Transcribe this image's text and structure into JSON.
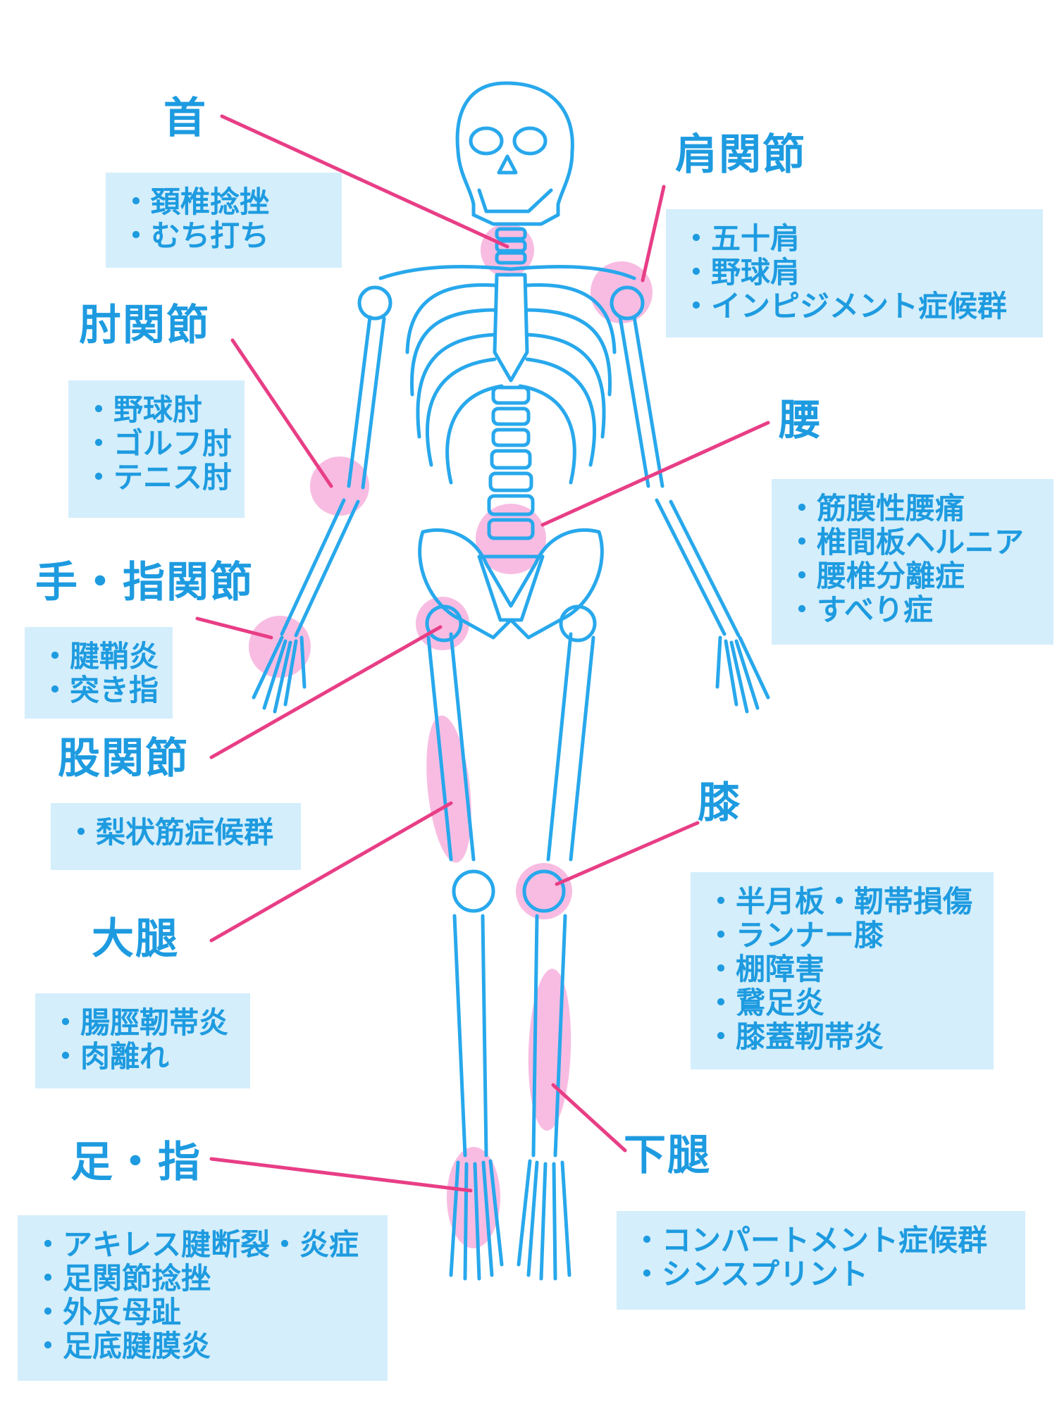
{
  "colors": {
    "bone_stroke": "#28a8ec",
    "highlight": "#f6a6d8",
    "leader_line": "#e83e86",
    "label_text": "#1e9be0",
    "box_fill": "#d4eefb"
  },
  "regions": [
    {
      "key": "neck",
      "title": "首",
      "items": [
        "・頚椎捻挫",
        "・むち打ち"
      ]
    },
    {
      "key": "shoulder",
      "title": "肩関節",
      "items": [
        "・五十肩",
        "・野球肩",
        "・インピジメント症候群"
      ]
    },
    {
      "key": "elbow",
      "title": "肘関節",
      "items": [
        "・野球肘",
        "・ゴルフ肘",
        "・テニス肘"
      ]
    },
    {
      "key": "waist",
      "title": "腰",
      "items": [
        "・筋膜性腰痛",
        "・椎間板ヘルニア",
        "・腰椎分離症",
        "・すべり症"
      ]
    },
    {
      "key": "hand",
      "title": "手・指関節",
      "items": [
        "・腱鞘炎",
        "・突き指"
      ]
    },
    {
      "key": "hip",
      "title": "股関節",
      "items": [
        "・梨状筋症候群"
      ]
    },
    {
      "key": "knee",
      "title": "膝",
      "items": [
        "・半月板・靭帯損傷",
        "・ランナー膝",
        "・棚障害",
        "・鵞足炎",
        "・膝蓋靭帯炎"
      ]
    },
    {
      "key": "thigh",
      "title": "大腿",
      "items": [
        "・腸脛靭帯炎",
        "・肉離れ"
      ]
    },
    {
      "key": "lowerleg",
      "title": "下腿",
      "items": [
        "・コンパートメント症候群",
        "・シンスプリント"
      ]
    },
    {
      "key": "foot",
      "title": "足・指",
      "items": [
        "・アキレス腱断裂・炎症",
        "・足関節捻挫",
        "・外反母趾",
        "・足底腱膜炎"
      ]
    }
  ]
}
